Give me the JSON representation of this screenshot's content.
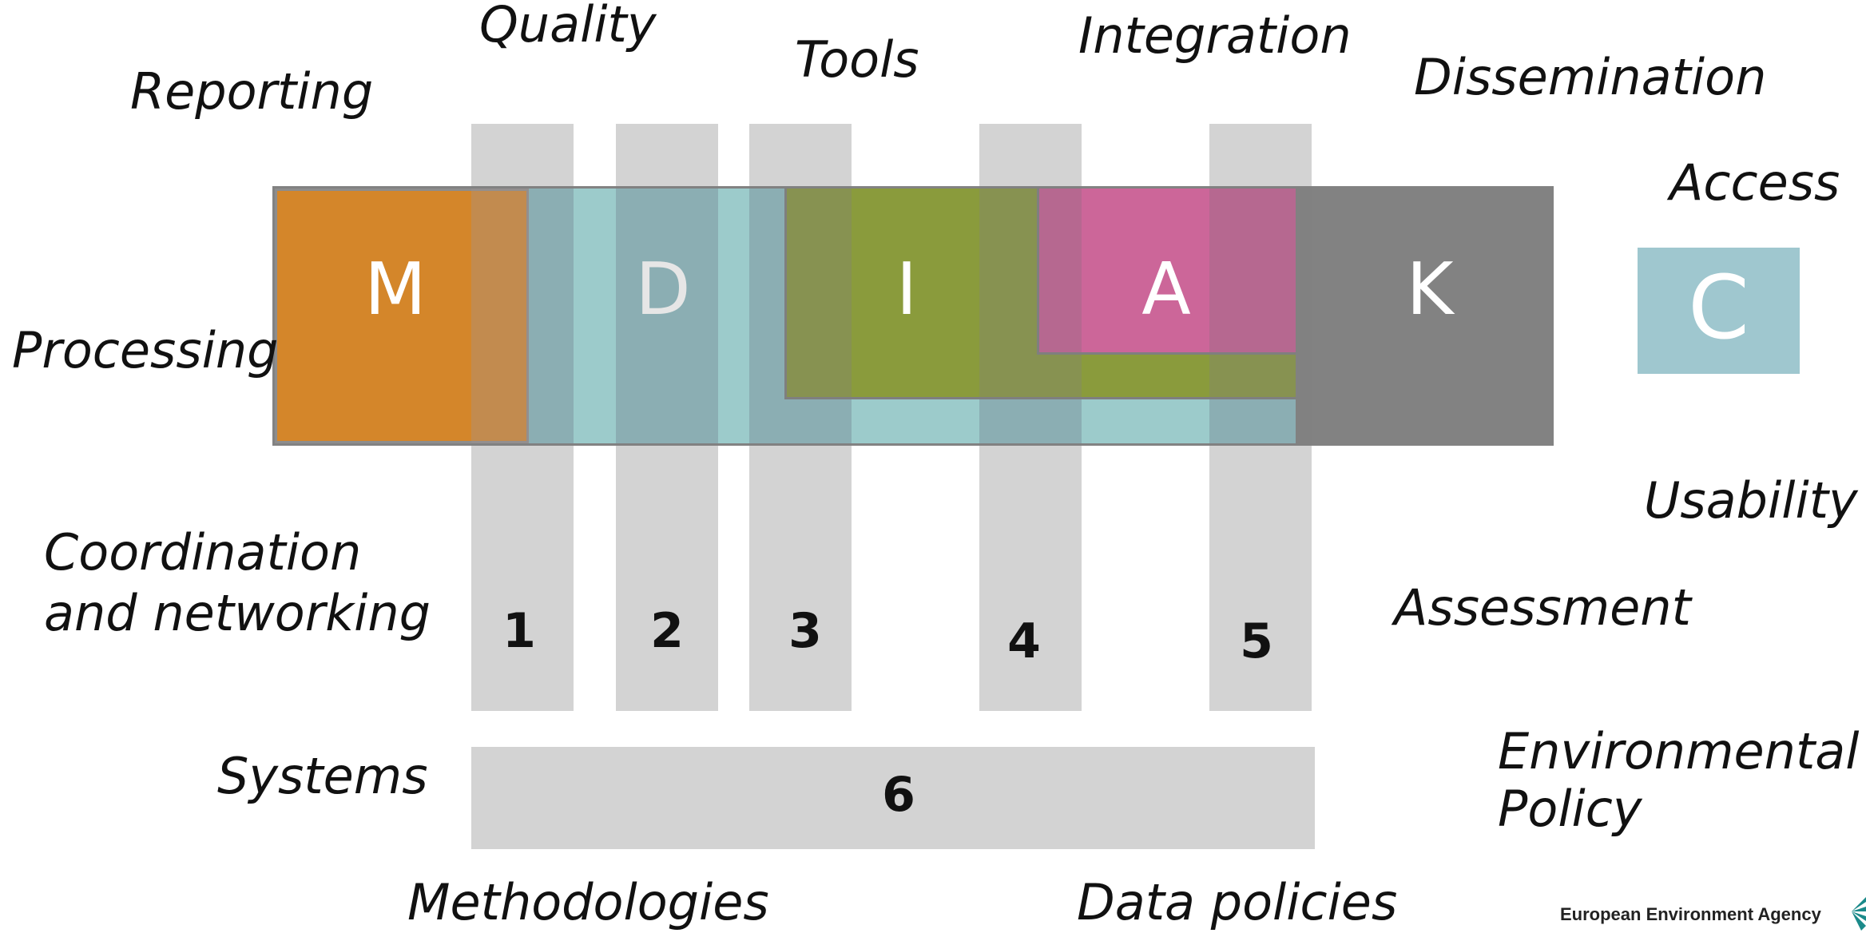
{
  "diagram": {
    "labels": {
      "quality": "Quality",
      "tools": "Tools",
      "integration": "Integration",
      "reporting": "Reporting",
      "dissemination": "Dissemination",
      "access": "Access",
      "processing": "Processing",
      "usability": "Usability",
      "coordination": "Coordination and networking",
      "assessment": "Assessment",
      "systems": "Systems",
      "environmental_policy": "Environmental Policy",
      "methodologies": "Methodologies",
      "data_policies": "Data policies"
    },
    "stages": {
      "m": "M",
      "d": "D",
      "i": "I",
      "a": "A",
      "k": "K",
      "c": "C"
    },
    "numbers": [
      "1",
      "2",
      "3",
      "4",
      "5",
      "6"
    ],
    "colors": {
      "monitoring": "#d4862a",
      "data": "#9ccbcb",
      "information": "#8a9b3c",
      "assessment": "#cc6699",
      "knowledge": "#7f7f7f",
      "communication": "#9fc7cf",
      "column": "#d3d3d3"
    }
  },
  "logo": {
    "text": "European Environment Agency"
  }
}
